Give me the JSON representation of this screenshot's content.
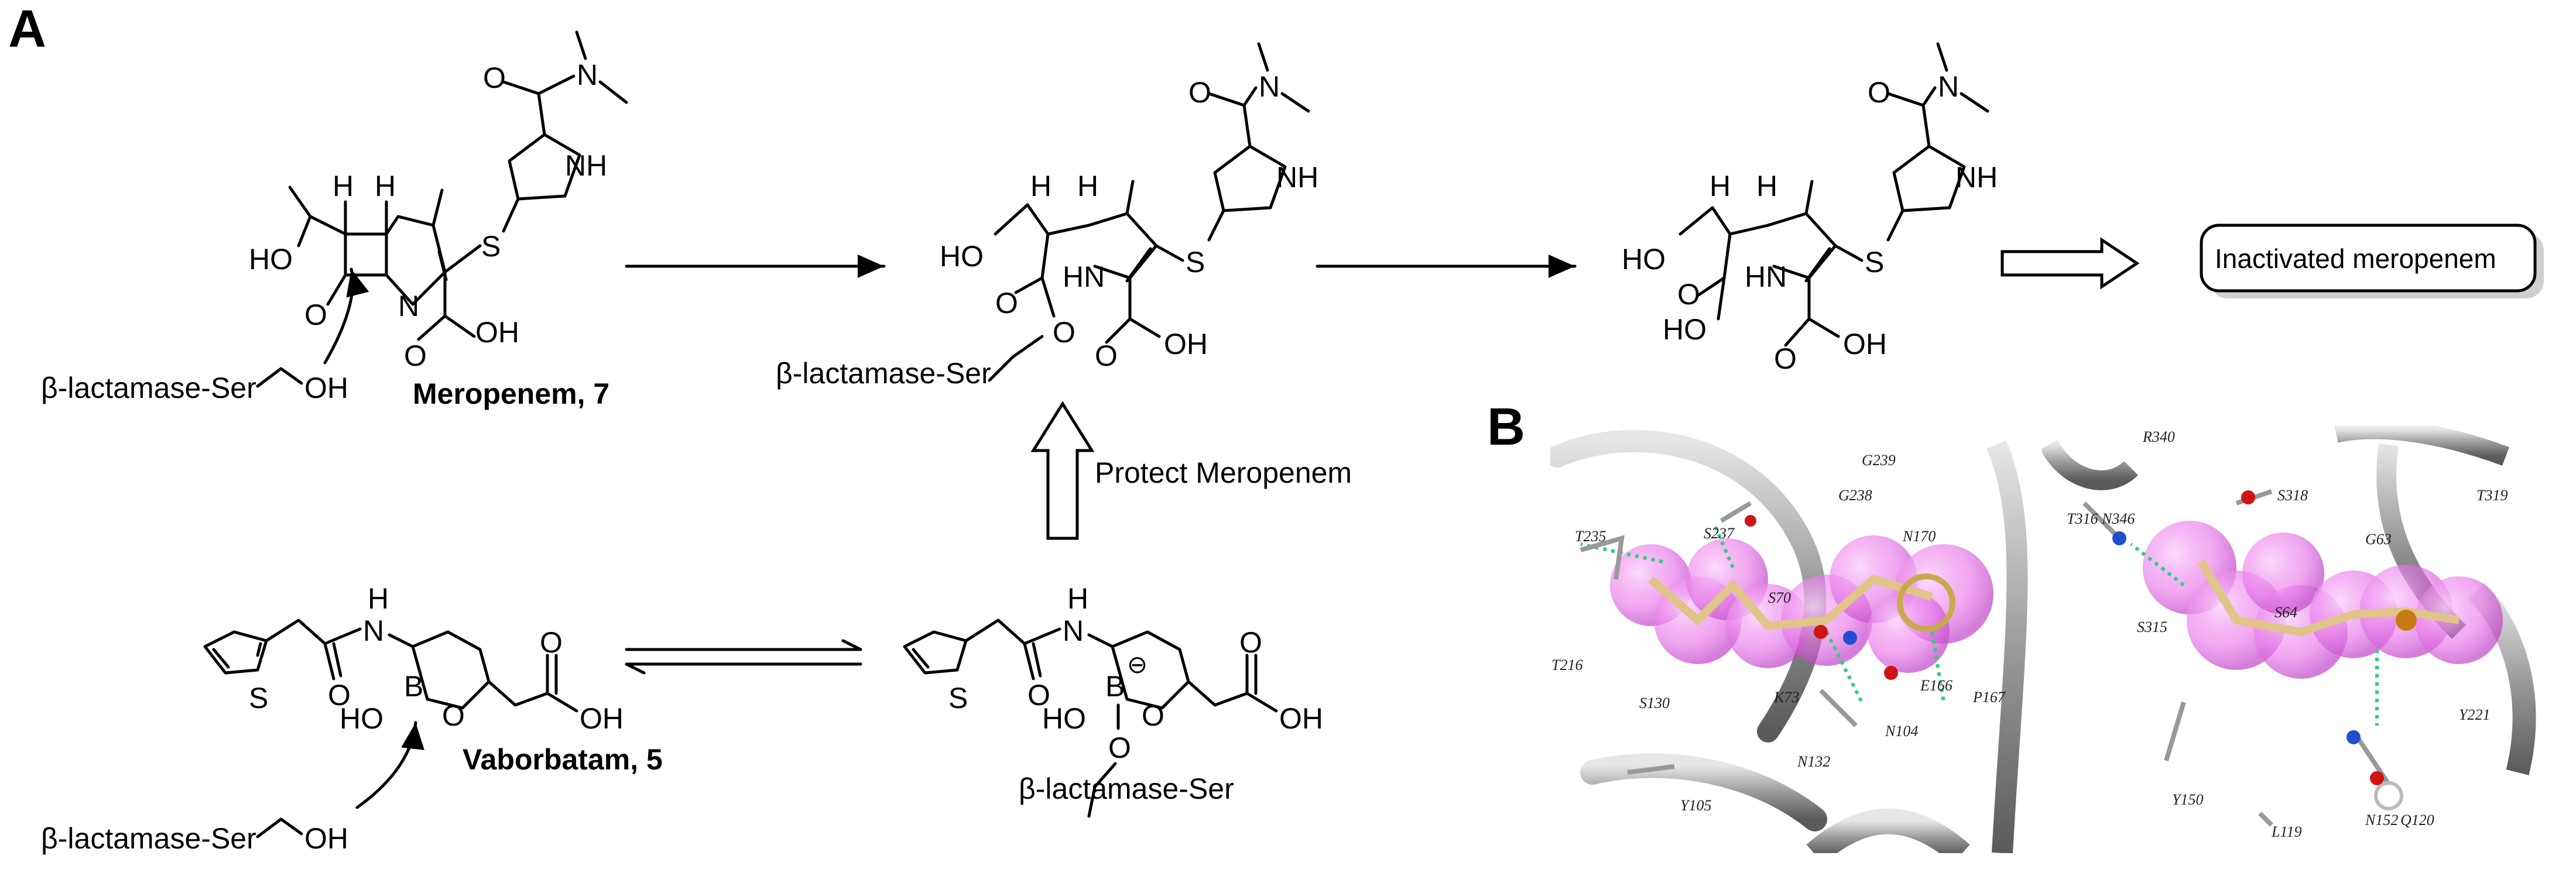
{
  "panels": {
    "a": "A",
    "b": "B"
  },
  "meropenem": {
    "name": "Meropenem, 7",
    "hydroxyl": "HO",
    "carboxyl": "OH",
    "nitrogen_ring": "N",
    "amine": "NH",
    "sulfur": "S",
    "hydrogen": "H",
    "oxygen": "O"
  },
  "enzyme": {
    "attack_label": "β-lactamase-Ser",
    "attack_oh": "OH",
    "acyl_label": "β-lactamase-Ser"
  },
  "intermediate": {
    "hydroxyl": "HO",
    "carboxyl": "OH",
    "amine": "HN",
    "amine2": "NH",
    "sulfur": "S",
    "oxygen": "O"
  },
  "product": {
    "hydroxyl": "HO",
    "acid": "HO",
    "carboxyl": "OH",
    "amine": "HN",
    "amine2": "NH",
    "sulfur": "S"
  },
  "outcome": {
    "label": "Inactivated meropenem"
  },
  "protect": {
    "label": "Protect Meropenem"
  },
  "vaborbatam": {
    "name": "Vaborbatam, 5",
    "boron_oh": "HO",
    "boron": "B",
    "ring_o": "O",
    "amide_n": "N",
    "hydrogen": "H",
    "acid_oh": "OH",
    "thiophene_s": "S",
    "attack_label": "β-lactamase-Ser",
    "attack_oh": "OH"
  },
  "adduct": {
    "boron_oh": "HO",
    "boron": "B",
    "charge": "⊖",
    "ring_o": "O",
    "ser_o": "O",
    "amide_n": "N",
    "hydrogen": "H",
    "acid_oh": "OH",
    "thiophene_s": "S",
    "ser_label": "β-lactamase-Ser"
  },
  "structure_left": {
    "residues": [
      "G239",
      "G238",
      "T235",
      "S237",
      "N170",
      "S70",
      "T216",
      "K73",
      "E166",
      "S130",
      "N104",
      "P167",
      "N132",
      "Y105"
    ]
  },
  "structure_right": {
    "residues": [
      "R340",
      "T319",
      "S318",
      "T316",
      "N346",
      "G63",
      "S315",
      "S64",
      "Y221",
      "Y150",
      "L119",
      "N152",
      "Q120"
    ]
  },
  "colors": {
    "ink": "#000000",
    "sphere": "#e86fe8",
    "ribbon": "#8c8c8c"
  }
}
